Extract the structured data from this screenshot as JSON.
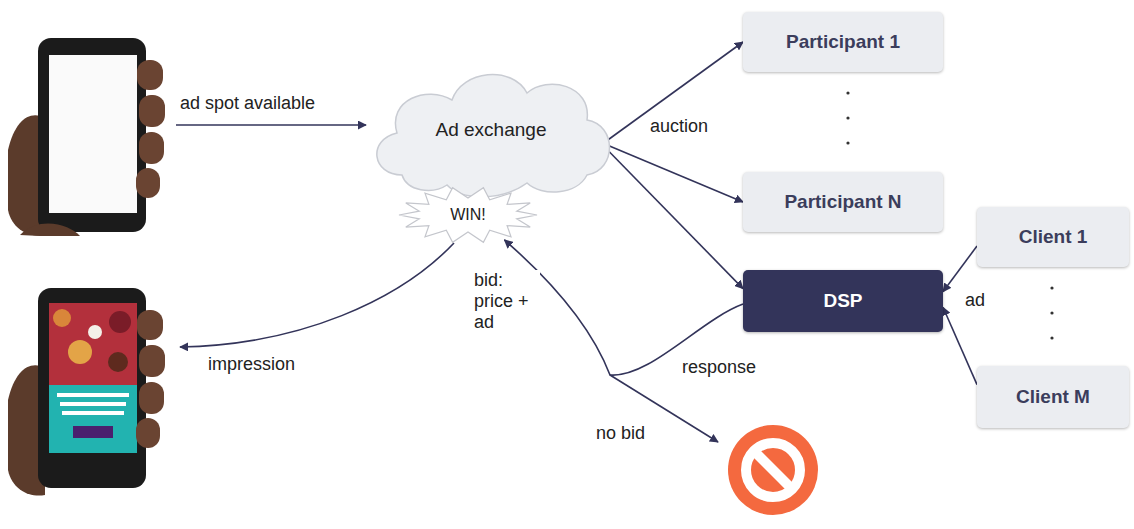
{
  "diagram": {
    "nodes": [
      {
        "text": [
          "Ad exchange"
        ]
      },
      {
        "text": [
          "WIN!"
        ]
      },
      {
        "text": [
          "Participant 1"
        ]
      },
      {
        "text": [
          "Participant N"
        ]
      },
      {
        "text": [
          "DSP"
        ]
      },
      {
        "text": [
          "Client 1"
        ]
      },
      {
        "text": [
          "Client M"
        ]
      }
    ],
    "edges": [
      {
        "from": 0,
        "to": 2,
        "arrow": "to"
      },
      {
        "from": 0,
        "to": 3,
        "arrow": "to"
      },
      {
        "from": 0,
        "to": 4,
        "arrow": "to"
      },
      {
        "from": 5,
        "to": 4,
        "arrow": "to"
      },
      {
        "from": 6,
        "to": 4,
        "arrow": "to"
      },
      {
        "from": 4,
        "to": 1,
        "label": "response",
        "arrow": "to"
      }
    ],
    "labels": [
      "ad spot available",
      "auction",
      "ad",
      "bid: price + ad",
      "no bid",
      "impression"
    ]
  }
}
